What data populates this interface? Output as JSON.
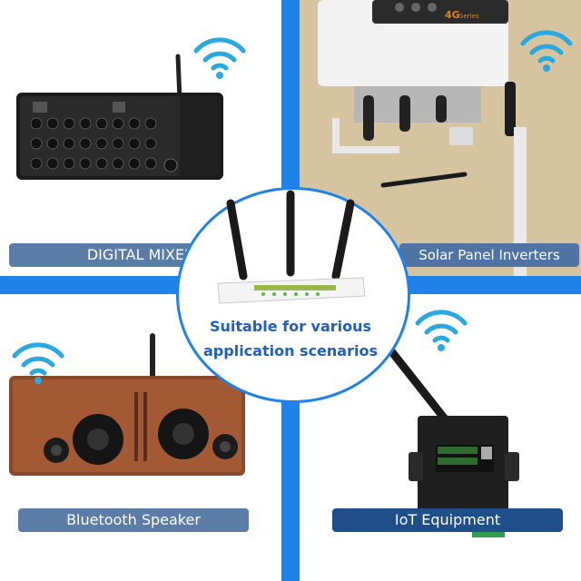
{
  "scenarios": {
    "digital_mixer": "DIGITAL MIXER",
    "solar_inverters": "Solar Panel Inverters",
    "bluetooth_speaker": "Bluetooth Speaker",
    "iot_equipment": "IoT Equipment"
  },
  "center": {
    "line1": "Suitable for various",
    "line2": "application scenarios"
  },
  "device_text": {
    "inverter_badge": "4G",
    "inverter_series": "Series"
  },
  "colors": {
    "accent_blue": "#1f82e8",
    "label_blue": "#5b7ca6",
    "label_dark_blue": "#1e4f88",
    "wifi_cyan": "#2aa8e0"
  },
  "icons": [
    "wifi-icon",
    "wifi-icon",
    "wifi-icon",
    "wifi-icon"
  ]
}
